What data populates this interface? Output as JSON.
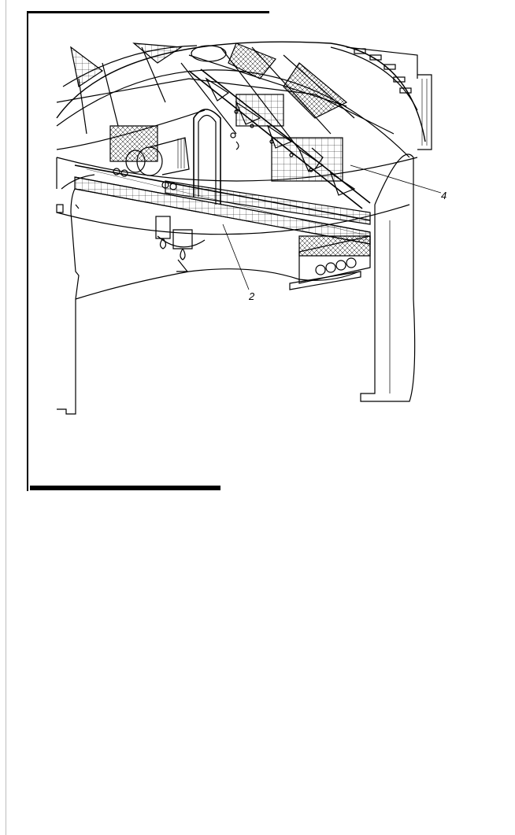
{
  "figure": {
    "callouts": [
      {
        "id": "2",
        "label": "2"
      },
      {
        "id": "4",
        "label": "4"
      }
    ]
  }
}
